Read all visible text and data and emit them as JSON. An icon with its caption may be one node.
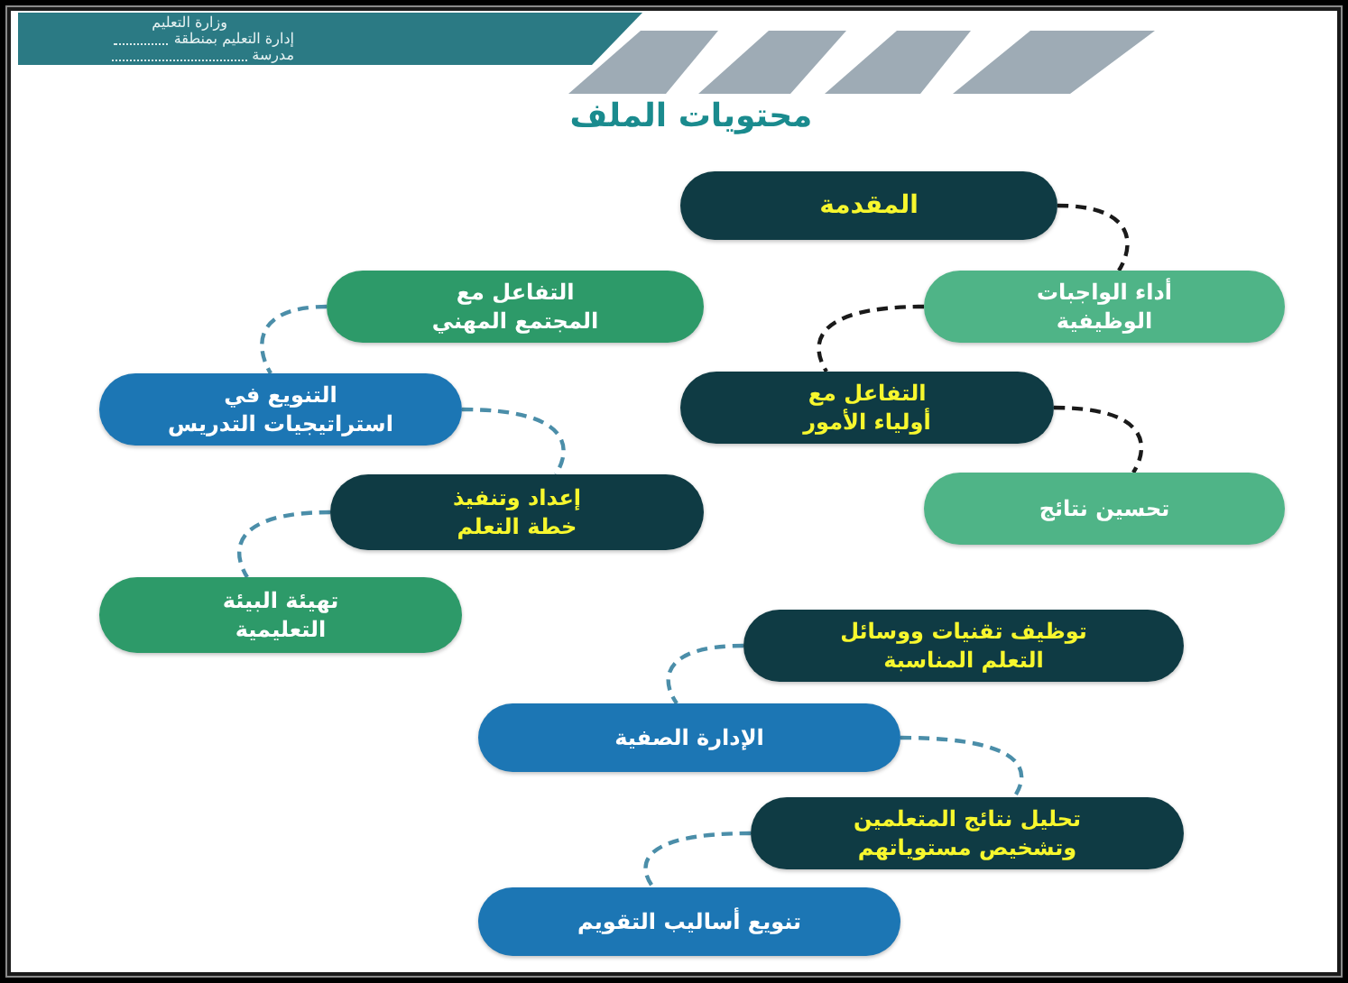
{
  "diagram": {
    "title": "محتويات الملف",
    "nodes": [
      {
        "text": [
          "المقدمة"
        ]
      },
      {
        "text": [
          "أداء الواجبات الوظيفية"
        ]
      },
      {
        "text": [
          "التفاعل مع أولياء الأمور"
        ]
      },
      {
        "text": [
          "تحسين نتائج"
        ]
      },
      {
        "text": [
          "التفاعل مع المجتمع المهني"
        ]
      },
      {
        "text": [
          "التنويع في استراتيجيات التدريس"
        ]
      },
      {
        "text": [
          "إعداد وتنفيذ خطة التعلم"
        ]
      },
      {
        "text": [
          "تهيئة البيئة التعليمية"
        ]
      },
      {
        "text": [
          "توظيف تقنيات ووسائل التعلم المناسبة"
        ]
      },
      {
        "text": [
          "الإدارة الصفية"
        ]
      },
      {
        "text": [
          "تحليل نتائج المتعلمين وتشخيص مستوياتهم"
        ]
      },
      {
        "text": [
          "تنويع أساليب التقويم"
        ]
      }
    ],
    "edges": [
      {
        "from": 0,
        "to": 1,
        "arrow": "none",
        "style": "dashed",
        "color": "#1a1a1a"
      },
      {
        "from": 1,
        "to": 2,
        "arrow": "none",
        "style": "dashed",
        "color": "#1a1a1a"
      },
      {
        "from": 2,
        "to": 3,
        "arrow": "none",
        "style": "dashed",
        "color": "#1a1a1a"
      },
      {
        "from": 4,
        "to": 5,
        "arrow": "none",
        "style": "dashed"
      },
      {
        "from": 5,
        "to": 6,
        "arrow": "none",
        "style": "dashed"
      },
      {
        "from": 6,
        "to": 7,
        "arrow": "none",
        "style": "dashed"
      },
      {
        "from": 8,
        "to": 9,
        "arrow": "none",
        "style": "dashed"
      },
      {
        "from": 9,
        "to": 10,
        "arrow": "none",
        "style": "dashed"
      },
      {
        "from": 10,
        "to": 11,
        "arrow": "none",
        "style": "dashed"
      }
    ],
    "labels": [
      "وزارة التعليم",
      "إدارة التعليم بمنطقة",
      "مدرسة"
    ]
  }
}
